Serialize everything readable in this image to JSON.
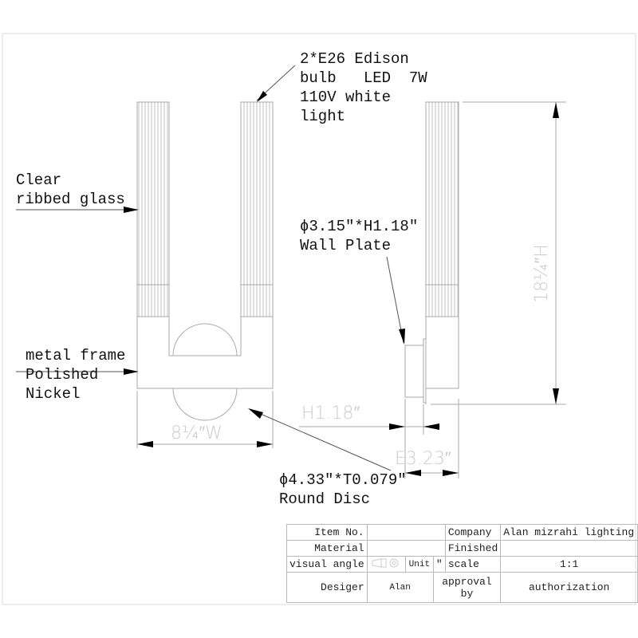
{
  "annotations": {
    "bulb": "2*E26 Edison\nbulb   LED  7W\n110V white\nlight",
    "glass": "Clear\nribbed glass",
    "frame": "metal frame\nPolished\nNickel",
    "wall_plate": "ϕ3.15″*H1.18″\nWall Plate",
    "disc": "ϕ4.33″*T0.079″\nRound Disc"
  },
  "dimensions": {
    "width": "8¼″W",
    "height": "18¼″H",
    "plate_height": "H1.18″",
    "depth": "E3.23″"
  },
  "title_block": {
    "item_no_label": "Item No.",
    "item_no_value": "",
    "company_label": "Company",
    "company_value": "Alan mizrahi lighting",
    "material_label": "Material",
    "material_value": "",
    "finished_label": "Finished",
    "finished_value": "",
    "visual_angle_label": "visual angle",
    "unit_label": "Unit",
    "unit_value": "″",
    "scale_label": "scale",
    "scale_value": "1:1",
    "designer_label": "Desiger",
    "designer_value": "Alan",
    "approval_label": "approval\nby",
    "authorization_label": "authorization"
  }
}
